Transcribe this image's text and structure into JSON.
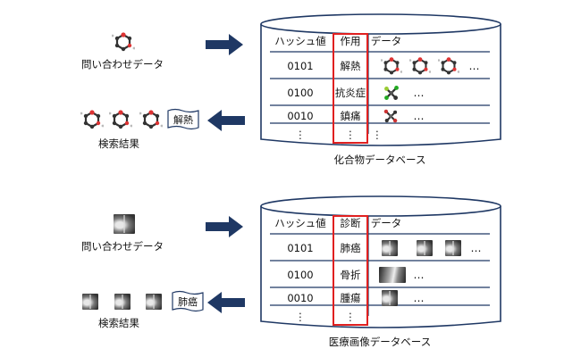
{
  "top": {
    "query_label": "問い合わせデータ",
    "result_label": "検索結果",
    "result_tag": "解熱",
    "db_label": "化合物データベース",
    "header": {
      "hash": "ハッシュ値",
      "key": "作用",
      "data": "データ"
    },
    "rows": [
      {
        "hash": "0101",
        "key": "解熱"
      },
      {
        "hash": "0100",
        "key": "抗炎症"
      },
      {
        "hash": "0010",
        "key": "鎮痛"
      }
    ],
    "ellipsis": "…",
    "vdots": "⋮"
  },
  "bottom": {
    "query_label": "問い合わせデータ",
    "result_label": "検索結果",
    "result_tag": "肺癌",
    "db_label": "医療画像データベース",
    "header": {
      "hash": "ハッシュ値",
      "key": "診断",
      "data": "データ"
    },
    "rows": [
      {
        "hash": "0101",
        "key": "肺癌"
      },
      {
        "hash": "0100",
        "key": "骨折"
      },
      {
        "hash": "0010",
        "key": "腫瘍"
      }
    ],
    "ellipsis": "…",
    "vdots": "⋮"
  },
  "colors": {
    "arrow": "#1f3864",
    "border": "#1f3864",
    "highlight": "#e02020"
  },
  "icons": [
    "molecule-icon",
    "xray-icon",
    "arrow-right-icon",
    "arrow-left-icon",
    "database-cylinder-icon"
  ]
}
